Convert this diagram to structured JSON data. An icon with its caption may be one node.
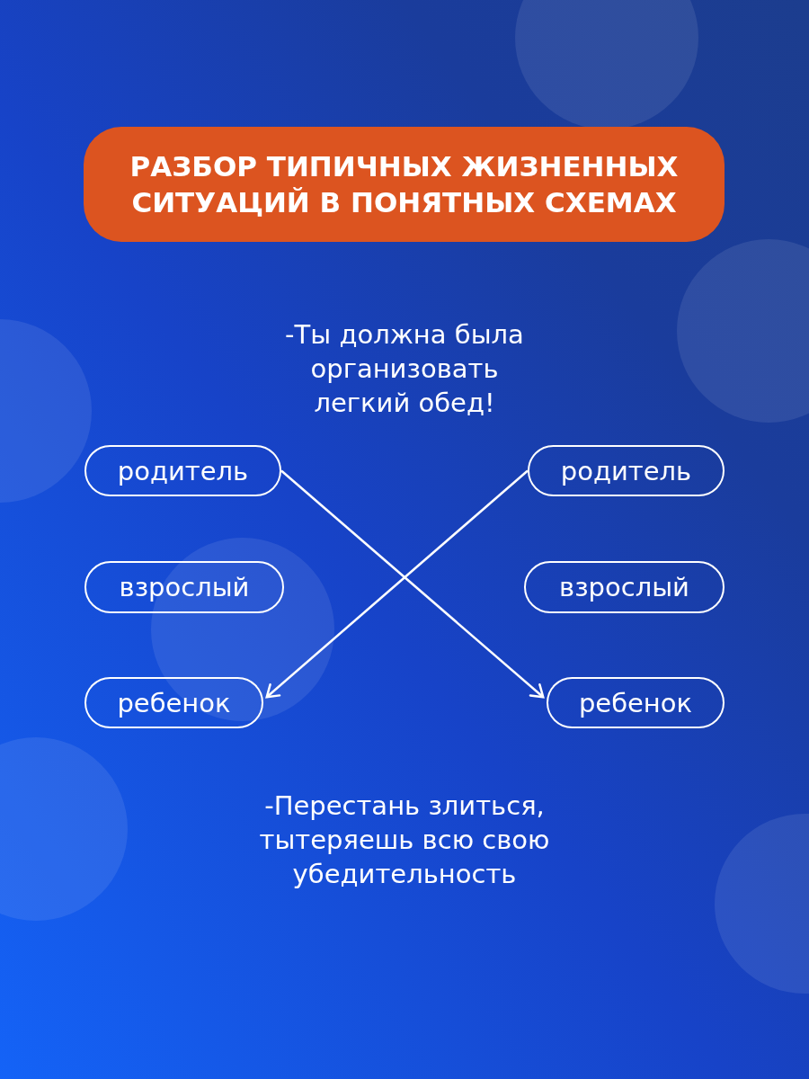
{
  "diagram": {
    "title": "РАЗБОР ТИПИЧНЫХ ЖИЗНЕННЫХ СИТУАЦИЙ В ПОНЯТНЫХ СХЕМАХ",
    "nodes": [
      {
        "text": [
          "родитель"
        ]
      },
      {
        "text": [
          "родитель"
        ]
      },
      {
        "text": [
          "взрослый"
        ]
      },
      {
        "text": [
          "взрослый"
        ]
      },
      {
        "text": [
          "ребенок"
        ]
      },
      {
        "text": [
          "ребенок"
        ]
      }
    ],
    "edges": [
      {
        "from": 0,
        "to": 5,
        "arrow": "to"
      },
      {
        "from": 1,
        "to": 4,
        "arrow": "to"
      }
    ],
    "labels": [
      "-Ты должна была организовать легкий обед!",
      "-Перестань злиться, тытеряешь всю свою убедительность"
    ]
  }
}
